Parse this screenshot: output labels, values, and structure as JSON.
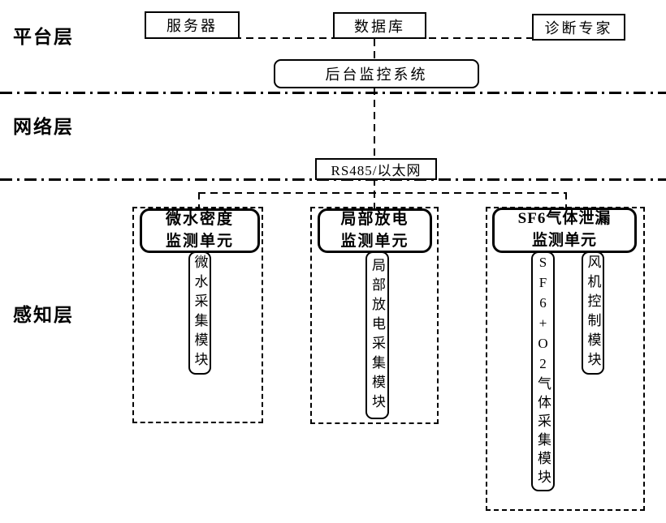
{
  "diagram": {
    "layer_labels": {
      "platform": "平台层",
      "network": "网络层",
      "perception": "感知层"
    },
    "platform_layer": {
      "server": "服务器",
      "database": "数据库",
      "diagnosis_expert": "诊断专家",
      "backend_monitor": "后台监控系统"
    },
    "network_layer": {
      "bus": "RS485/以太网"
    },
    "perception_layer": {
      "units": [
        {
          "title": "微水密度\n监测单元",
          "modules": [
            "微水采集模块"
          ]
        },
        {
          "title": "局部放电\n监测单元",
          "modules": [
            "局部放电采集模块"
          ]
        },
        {
          "title": "SF6气体泄漏\n监测单元",
          "modules": [
            "SF6+O2气体采集模块",
            "风机控制模块"
          ]
        }
      ]
    },
    "colors": {
      "line": "#000000",
      "background": "#ffffff"
    }
  }
}
